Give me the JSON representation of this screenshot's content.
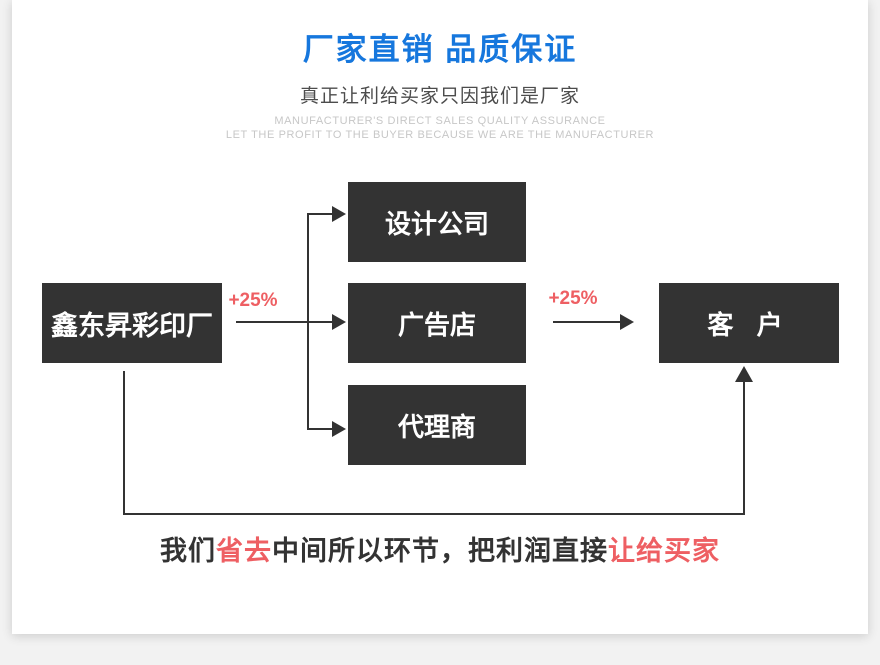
{
  "header": {
    "title": "厂家直销 品质保证",
    "subtitle": "真正让利给买家只因我们是厂家",
    "caption_line1": "MANUFACTURER'S DIRECT SALES QUALITY ASSURANCE",
    "caption_line2": "LET THE PROFIT TO THE BUYER BECAUSE WE ARE THE MANUFACTURER"
  },
  "diagram": {
    "factory_label": "鑫东昇彩印厂",
    "channel_labels": [
      "设计公司",
      "广告店",
      "代理商"
    ],
    "customer_label": "客 户",
    "markup_left": "+25%",
    "markup_right": "+25%"
  },
  "slogan": {
    "segments": [
      {
        "text": "我们",
        "emphasis": false
      },
      {
        "text": "省去",
        "emphasis": true
      },
      {
        "text": "中间所以环节，把利润直接",
        "emphasis": false
      },
      {
        "text": "让给买家",
        "emphasis": true
      }
    ]
  },
  "colors": {
    "title_blue": "#1677dd",
    "box_dark": "#333333",
    "accent_red": "#ee5f63",
    "caption_gray": "#c7c7c7",
    "background_gray": "#f2f2f2"
  }
}
